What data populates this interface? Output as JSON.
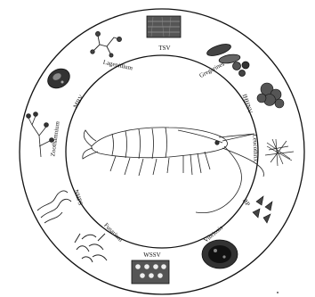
{
  "center": {
    "label": "",
    "icon": "shrimp-icon"
  },
  "segments": [
    {
      "key": "lagenidium",
      "label": "Lagenidium",
      "icon": "fungus-hyphae-icon"
    },
    {
      "key": "tsv",
      "label": "TSV",
      "icon": "tissue-section-icon"
    },
    {
      "key": "gregarines",
      "label": "Gregarines",
      "icon": "gregarine-cells-icon"
    },
    {
      "key": "ihhnv",
      "label": "IHHNV",
      "icon": "cell-cluster-icon"
    },
    {
      "key": "leucothrix",
      "label": "Leucothrix",
      "icon": "filament-bundle-icon"
    },
    {
      "key": "bp",
      "label": "BP",
      "icon": "tetrahedral-bodies-icon"
    },
    {
      "key": "vibriosis",
      "label": "Vibriosis",
      "icon": "lesion-blob-icon"
    },
    {
      "key": "wssv",
      "label": "WSSV",
      "icon": "spotted-tissue-icon"
    },
    {
      "key": "fusarium",
      "label": "Fusarium",
      "icon": "fusarium-spores-icon"
    },
    {
      "key": "nhps",
      "label": "NHPS",
      "icon": "bacteria-strands-icon"
    },
    {
      "key": "zoothamnium",
      "label": "Zoothamnium",
      "icon": "ciliate-colony-icon"
    },
    {
      "key": "mbv",
      "label": "MBV",
      "icon": "occlusion-body-icon"
    }
  ]
}
